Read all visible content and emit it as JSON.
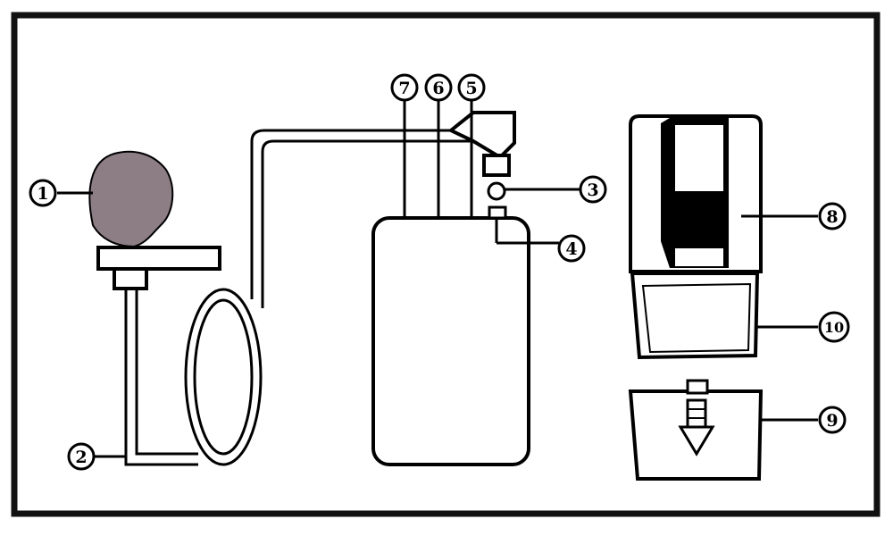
{
  "colors": {
    "frame": "#111111",
    "background": "#ffffff",
    "bulb": "#8c7e84",
    "ink": "#000000"
  },
  "labels": {
    "l1": "1",
    "l2": "2",
    "l3": "3",
    "l4": "4",
    "l5": "5",
    "l6": "6",
    "l7": "7",
    "l8": "8",
    "l9": "9",
    "l10": "10"
  }
}
